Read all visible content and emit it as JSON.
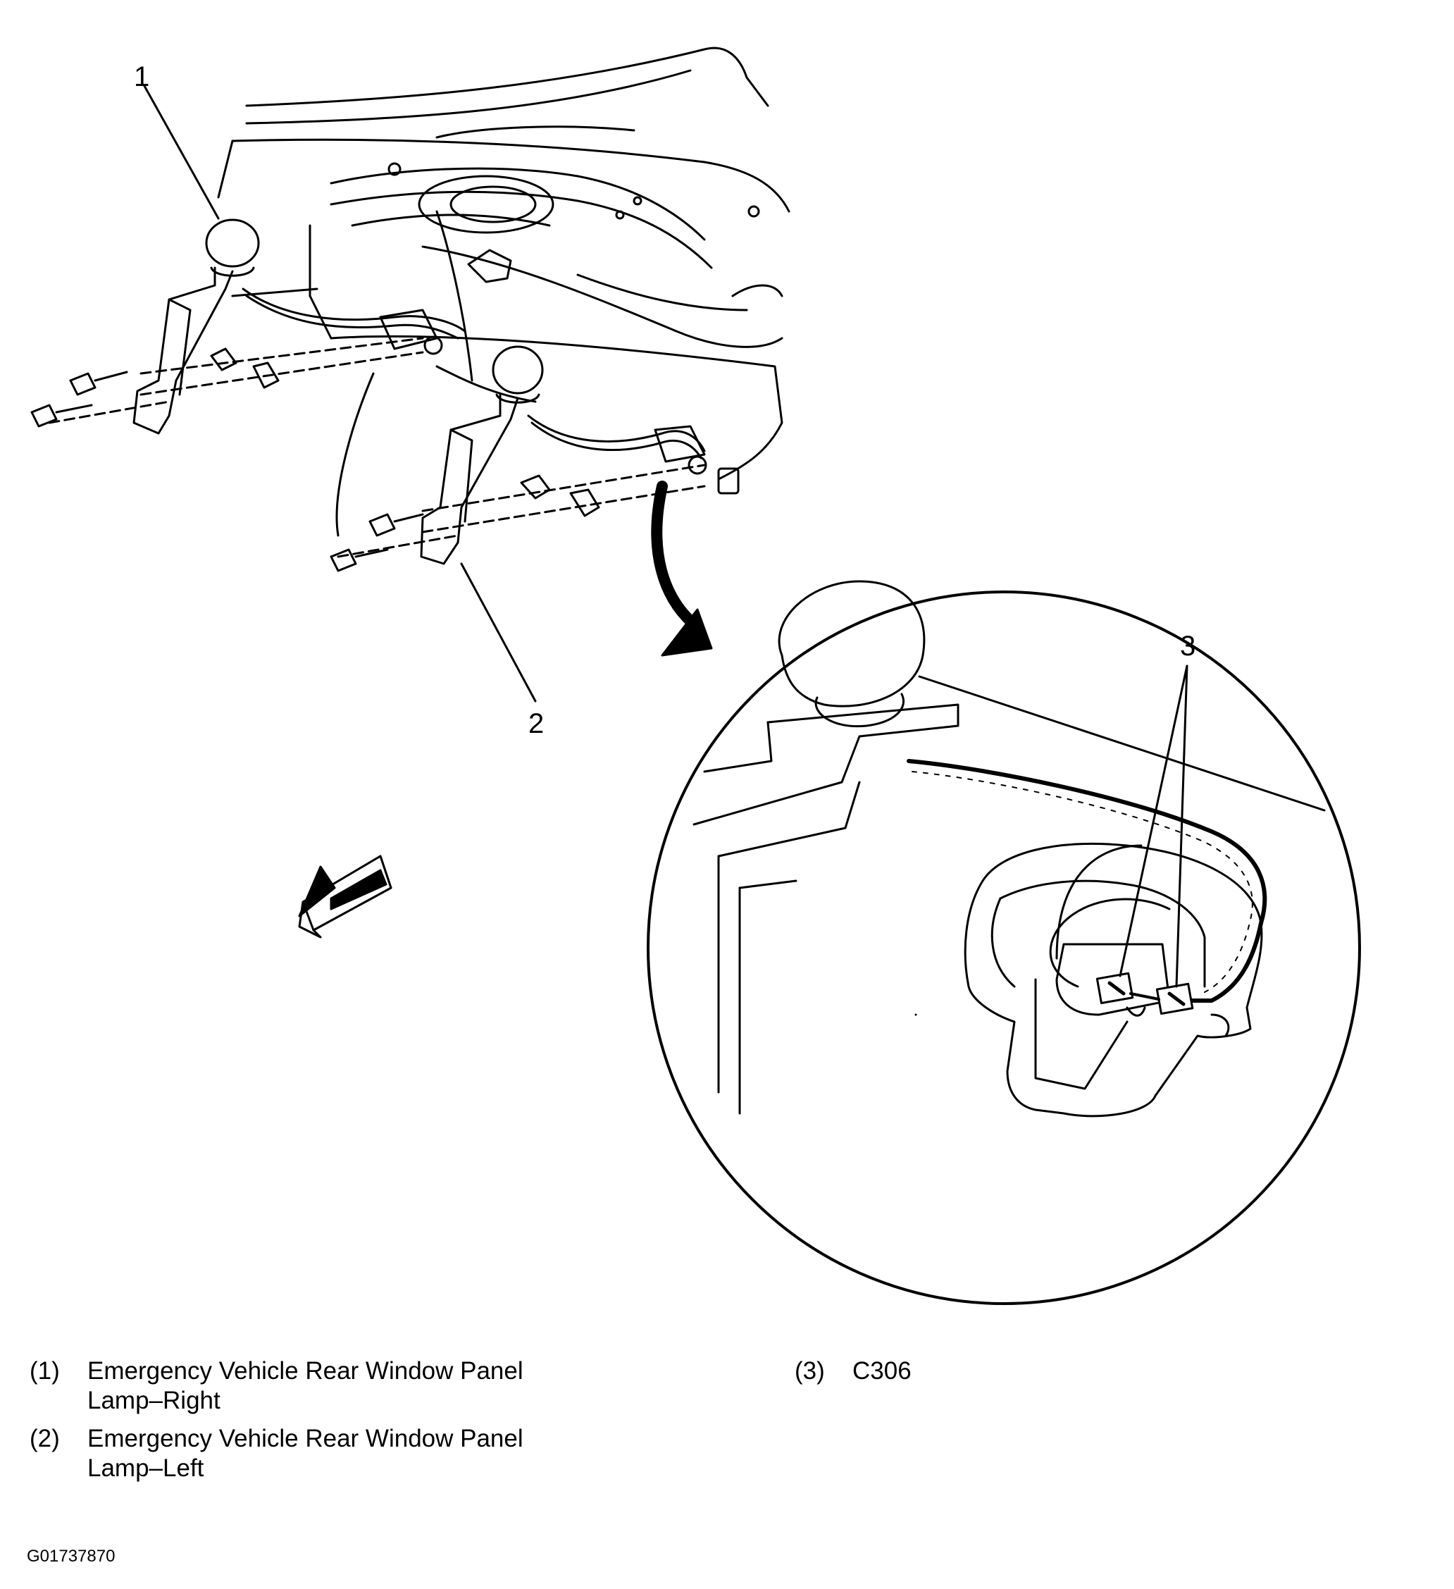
{
  "callouts": {
    "c1": "1",
    "c2": "2",
    "c3": "3"
  },
  "legend": [
    {
      "num": "(1)",
      "text": "Emergency Vehicle Rear Window Panel Lamp–Right"
    },
    {
      "num": "(2)",
      "text": "Emergency Vehicle Rear Window Panel Lamp–Left"
    },
    {
      "num": "(3)",
      "text": "C306"
    }
  ],
  "figure_id": "G01737870"
}
